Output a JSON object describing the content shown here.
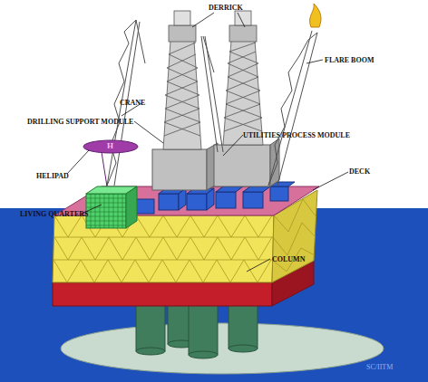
{
  "diagram": {
    "labels": [
      "DERRICK",
      "FLARE BOOM",
      "CRANE",
      "DRILLING SUPPORT MODULE",
      "UTILITIES/PROCESS MODULE",
      "HELIPAD",
      "H",
      "DECK",
      "LIVING QUARTERS",
      "COLUMN",
      "SC/IITM"
    ]
  }
}
